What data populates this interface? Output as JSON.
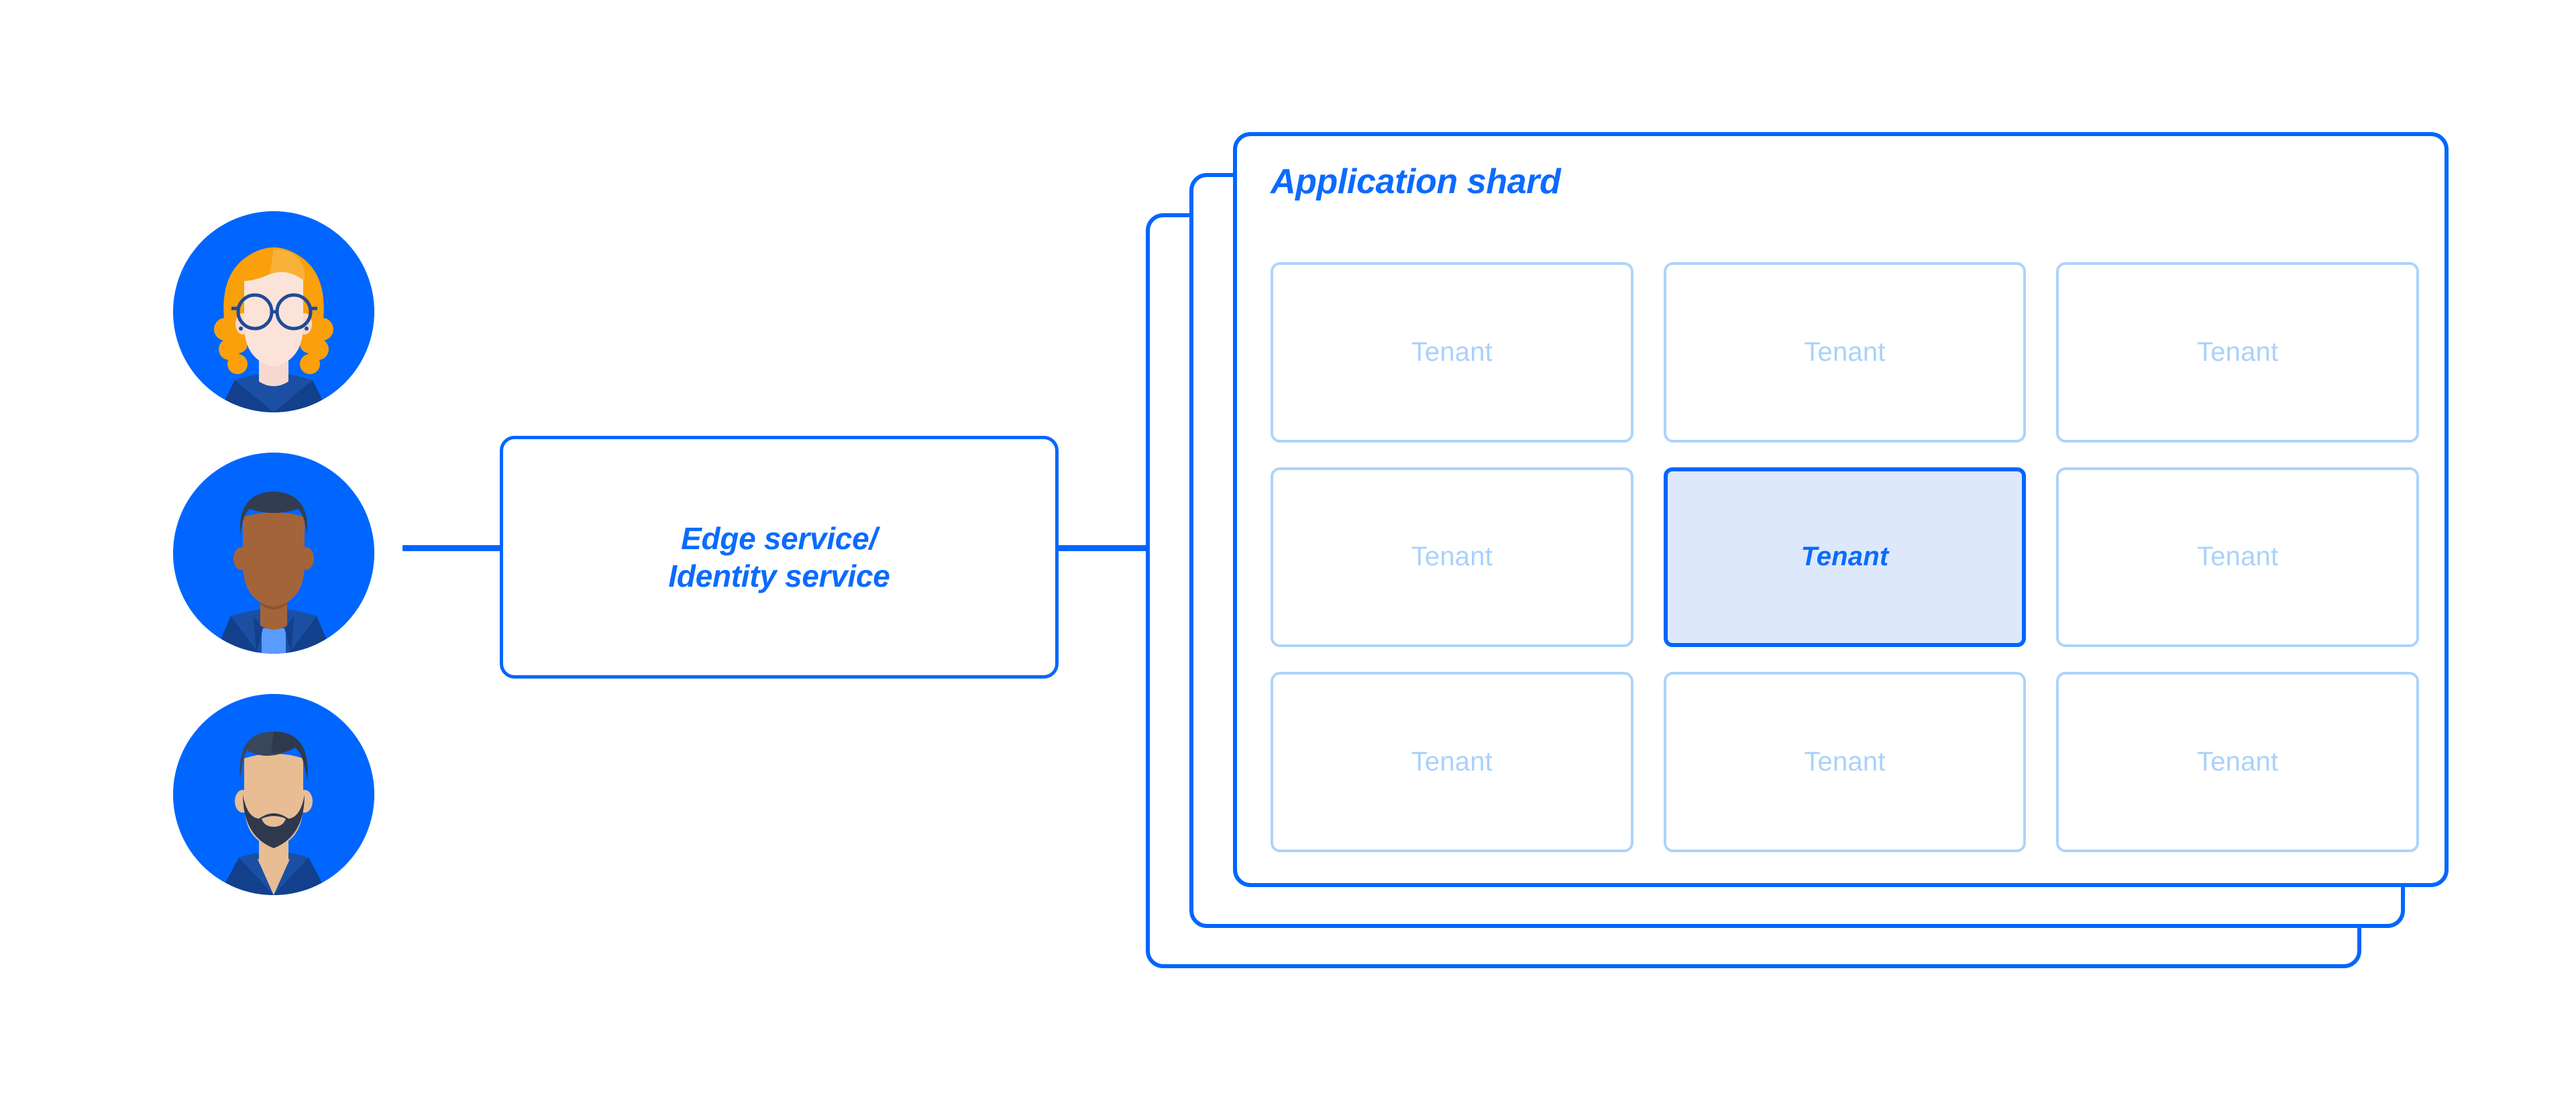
{
  "colors": {
    "brand_blue": "#0066FF",
    "label_blue": "#0B6BFF",
    "tenant_outline": "#AED3FB",
    "tenant_text": "#A9D1FB",
    "tenant_active_fill": "#DDE9FB",
    "avatar_circle": "#0066FF",
    "hair_orange": "#F9A00B",
    "skin_light": "#FBE3DA",
    "skin_tan": "#E8BD94",
    "skin_brown": "#A4643A",
    "hair_dark": "#3A465C",
    "shirt_navy": "#1A4FA3",
    "glasses_navy": "#1F4B96"
  },
  "users": {
    "group_name": "users",
    "items": [
      {
        "name": "user-avatar-1",
        "alt": "Woman with glasses and orange hair",
        "variant": "woman-glasses"
      },
      {
        "name": "user-avatar-2",
        "alt": "Man with short dark hair",
        "variant": "man-short-hair"
      },
      {
        "name": "user-avatar-3",
        "alt": "Bearded man",
        "variant": "man-beard"
      }
    ]
  },
  "edge_service": {
    "label": "Edge service/\nIdentity service",
    "line1": "Edge service/",
    "line2": "Identity service"
  },
  "shard_stack": {
    "count": 3,
    "front_title": "Application shard",
    "tenants": [
      {
        "label": "Tenant",
        "active": false
      },
      {
        "label": "Tenant",
        "active": false
      },
      {
        "label": "Tenant",
        "active": false
      },
      {
        "label": "Tenant",
        "active": false
      },
      {
        "label": "Tenant",
        "active": true
      },
      {
        "label": "Tenant",
        "active": false
      },
      {
        "label": "Tenant",
        "active": false
      },
      {
        "label": "Tenant",
        "active": false
      },
      {
        "label": "Tenant",
        "active": false
      }
    ]
  },
  "connectors": [
    {
      "name": "users-to-edge-service"
    },
    {
      "name": "edge-service-to-shards"
    }
  ]
}
